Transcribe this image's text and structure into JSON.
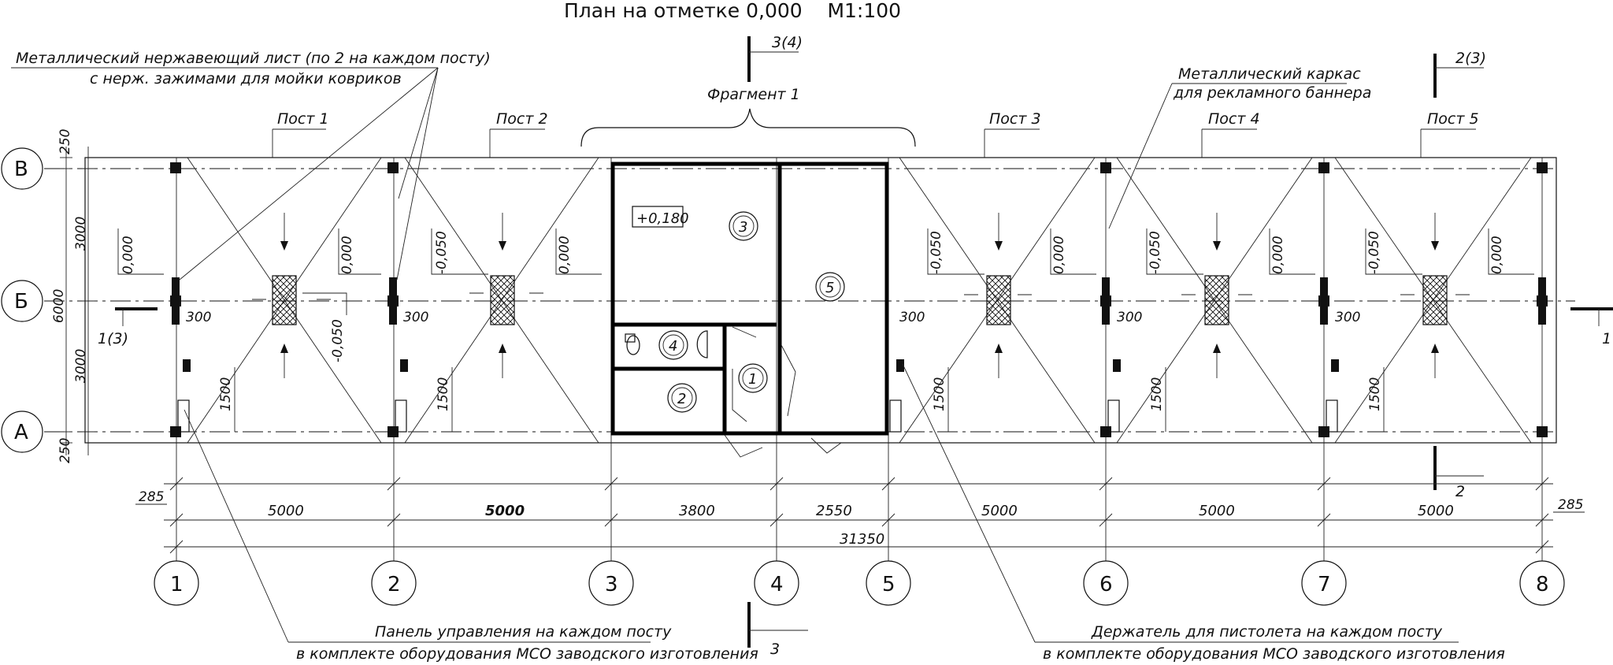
{
  "title": "План на отметке 0,000    М1:100",
  "axes_vertical": [
    "1",
    "2",
    "3",
    "4",
    "5",
    "6",
    "7",
    "8"
  ],
  "axes_horizontal": [
    "В",
    "Б",
    "А"
  ],
  "bay_dimensions": [
    "5000",
    "5000",
    "3800",
    "2550",
    "5000",
    "5000",
    "5000"
  ],
  "overall_dimension": "31350",
  "edge_dimension_left": "285",
  "edge_dimension_right": "285",
  "left_dimensions": [
    "250",
    "3000",
    "6000",
    "3000",
    "250"
  ],
  "posts": [
    "Пост 1",
    "Пост 2",
    "Пост 3",
    "Пост 4",
    "Пост 5"
  ],
  "fragment_label": "Фрагмент 1",
  "level_mark": "+0,180",
  "rooms": [
    "1",
    "2",
    "3",
    "4",
    "5"
  ],
  "slopes": {
    "zero": "0,000",
    "minus50": "-0,050"
  },
  "small_dim_300": "300",
  "small_dim_1500": "1500",
  "callouts": {
    "sheet_line1": "Металлический нержавеющий лист (по 2 на каждом посту)",
    "sheet_line2": "с нерж. зажимами для мойки ковриков",
    "frame_line1": "Металлический каркас",
    "frame_line2": "для рекламного баннера",
    "panel_line1": "Панель управления на каждом посту",
    "panel_line2": "в комплекте оборудования МСО заводского изготовления",
    "holder_line1": "Держатель для пистолета на каждом посту",
    "holder_line2": "в комплекте оборудования МСО заводского изготовления"
  },
  "sections": {
    "s3_top": "3(4)",
    "s3_bottom": "3",
    "s2_top": "2(3)",
    "s2_bottom": "2",
    "s1_left": "1(3)",
    "s1_right": "1"
  }
}
